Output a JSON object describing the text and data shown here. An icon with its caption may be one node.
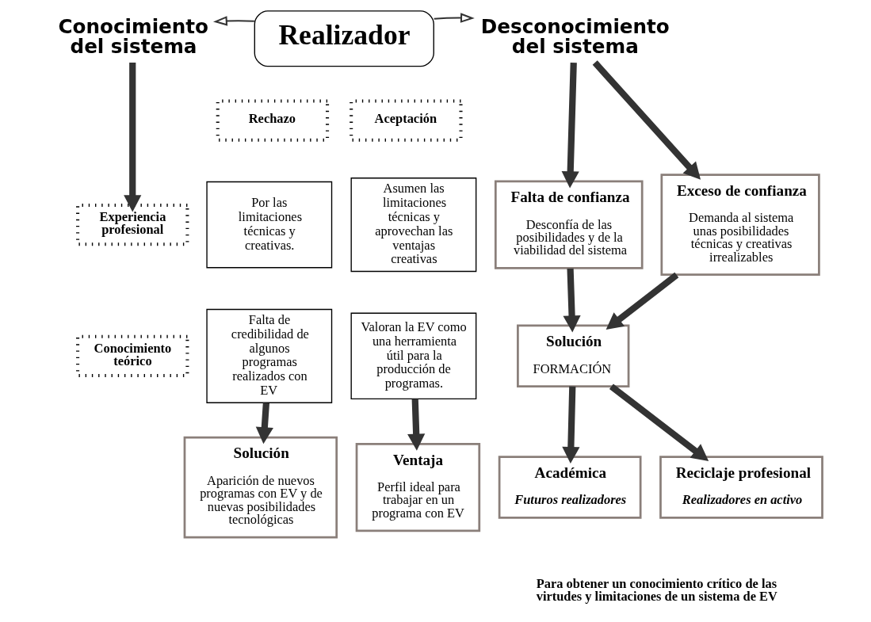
{
  "diagram": {
    "nodes": [
      {
        "text": [
          "Realizador"
        ]
      },
      {
        "text": [
          "Conocimiento del sistema"
        ]
      },
      {
        "text": [
          "Desconocimiento del sistema"
        ]
      },
      {
        "text": [
          "Rechazo"
        ]
      },
      {
        "text": [
          "Aceptación"
        ]
      },
      {
        "text": [
          "Experiencia profesional"
        ]
      },
      {
        "text": [
          "Por las limitaciones técnicas y creativas."
        ]
      },
      {
        "text": [
          "Asumen las limitaciones técnicas y aprovechan las ventajas creativas"
        ]
      },
      {
        "text": [
          "Conocimiento teórico"
        ]
      },
      {
        "text": [
          "Falta de credibilidad de algunos programas realizados con EV"
        ]
      },
      {
        "text": [
          "Valoran la EV como una herramienta útil para la producción de programas."
        ]
      },
      {
        "text": [
          "Falta de confianza",
          "Desconfía de las posibilidades y de la viabilidad del sistema"
        ]
      },
      {
        "text": [
          "Exceso de confianza",
          "Demanda al sistema unas posibilidades técnicas y creativas irrealizables"
        ]
      },
      {
        "text": [
          "Solución",
          "Aparición de nuevos programas con EV y de nuevas posibilidades tecnológicas"
        ]
      },
      {
        "text": [
          "Solución",
          "FORMACIÓN"
        ]
      },
      {
        "text": [
          "Ventaja",
          "Perfil ideal para trabajar en un programa con EV"
        ]
      },
      {
        "text": [
          "Académica",
          "Futuros realizadores"
        ]
      },
      {
        "text": [
          "Reciclaje profesional",
          "Realizadores en activo"
        ]
      }
    ],
    "edges": [
      {
        "from": 0,
        "to": 1,
        "arrow": "to"
      },
      {
        "from": 0,
        "to": 2,
        "arrow": "to"
      },
      {
        "from": 1,
        "to": 5,
        "arrow": "to"
      },
      {
        "from": 2,
        "to": 11,
        "arrow": "to"
      },
      {
        "from": 2,
        "to": 12,
        "arrow": "to"
      },
      {
        "from": 9,
        "to": 13,
        "arrow": "to"
      },
      {
        "from": 10,
        "to": 15,
        "arrow": "to"
      },
      {
        "from": 11,
        "to": 14,
        "arrow": "to"
      },
      {
        "from": 12,
        "to": 14,
        "arrow": "to"
      },
      {
        "from": 14,
        "to": 16,
        "arrow": "to"
      },
      {
        "from": 14,
        "to": 17,
        "arrow": "to"
      }
    ],
    "labels": [
      "Para obtener un conocimiento crítico de las virtudes y limitaciones de un sistema de EV"
    ]
  }
}
